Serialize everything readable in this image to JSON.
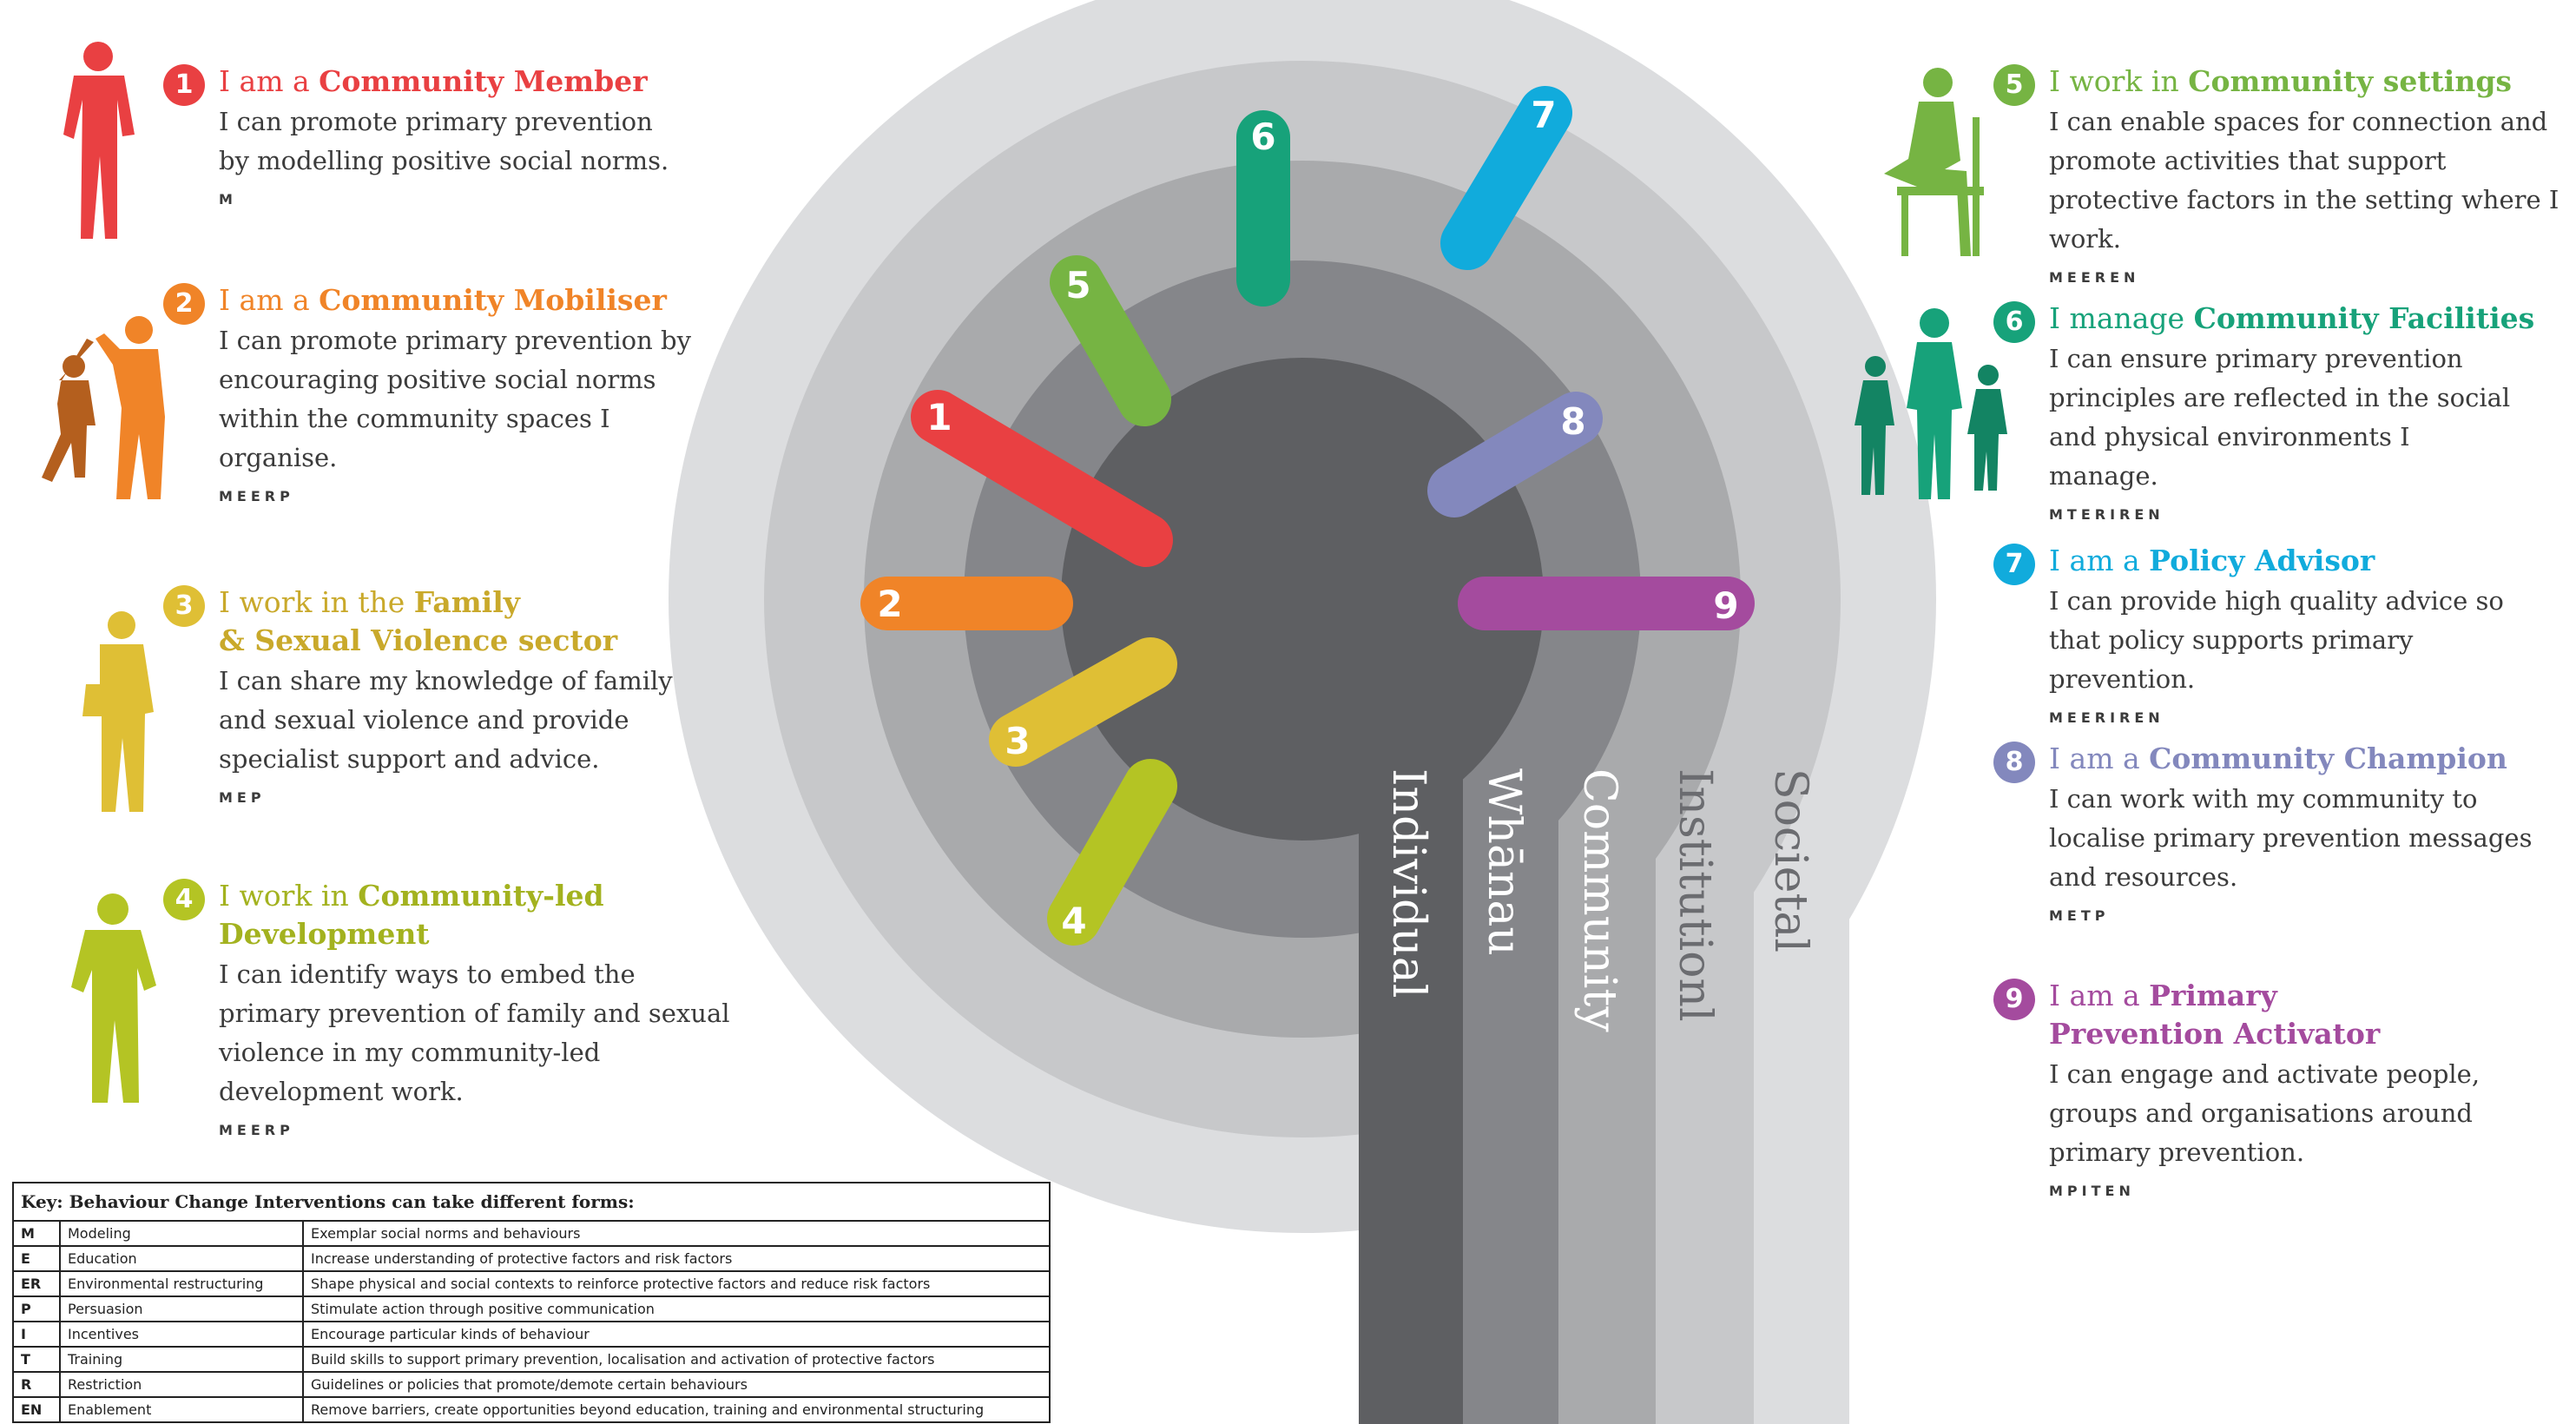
{
  "levels": [
    "Individual",
    "Whānau",
    "Community",
    "Institutionl",
    "Societal"
  ],
  "spokes": [
    {
      "n": "1",
      "color": "#e94042"
    },
    {
      "n": "2",
      "color": "#f08428"
    },
    {
      "n": "3",
      "color": "#dfbf35"
    },
    {
      "n": "4",
      "color": "#b4c424"
    },
    {
      "n": "5",
      "color": "#76b443"
    },
    {
      "n": "6",
      "color": "#17a27a"
    },
    {
      "n": "7",
      "color": "#11abdc"
    },
    {
      "n": "8",
      "color": "#8388bd"
    },
    {
      "n": "9",
      "color": "#a44b9e"
    }
  ],
  "roles": [
    {
      "n": "1",
      "color": "#e94042",
      "pre": "I am a ",
      "title": "Community Member",
      "title2": "",
      "desc": "I can promote primary prevention by modelling positive social norms.",
      "codes": "M"
    },
    {
      "n": "2",
      "color": "#f08428",
      "pre": "I am a ",
      "title": "Community Mobiliser",
      "title2": "",
      "desc": "I can promote primary prevention by encouraging positive social norms within the community spaces I organise.",
      "codes": "MEERP"
    },
    {
      "n": "3",
      "color": "#dfbf35",
      "pre": "I work in the ",
      "title": "Family",
      "title2": "& Sexual Violence sector",
      "desc": "I can share my knowledge of family and sexual violence and provide specialist support and advice.",
      "codes": "MEP"
    },
    {
      "n": "4",
      "color": "#b4c424",
      "pre": "I work in ",
      "title": "Community-led",
      "title2": "Development",
      "desc": "I can identify ways to embed the primary prevention of family and sexual violence in my community-led development work.",
      "codes": "MEERP"
    },
    {
      "n": "5",
      "color": "#76b443",
      "pre": "I work in ",
      "title": "Community settings",
      "title2": "",
      "desc": "I can enable spaces for connection and promote activities that support protective factors in the setting where I work.",
      "codes": "MEEREN"
    },
    {
      "n": "6",
      "color": "#17a27a",
      "pre": "I manage ",
      "title": "Community Facilities",
      "title2": "",
      "desc": "I can ensure primary prevention principles are reflected in the social and physical environments I manage.",
      "codes": "MTERIREN"
    },
    {
      "n": "7",
      "color": "#11abdc",
      "pre": "I am a ",
      "title": "Policy Advisor",
      "title2": "",
      "desc": "I can provide high quality advice so that policy supports primary prevention.",
      "codes": "MEERIREN"
    },
    {
      "n": "8",
      "color": "#8388bd",
      "pre": "I am a ",
      "title": "Community Champion",
      "title2": "",
      "desc": "I can work with my community to localise primary prevention messages and resources.",
      "codes": "METP"
    },
    {
      "n": "9",
      "color": "#a44b9e",
      "pre": "I am a ",
      "title": "Primary",
      "title2": "Prevention Activator",
      "desc": "I can engage and activate people, groups and organisations around primary prevention.",
      "codes": "MPITEN"
    }
  ],
  "key": {
    "title": "Key: Behaviour Change Interventions can take different forms:",
    "rows": [
      {
        "code": "M",
        "form": "Modeling",
        "desc": "Exemplar social norms and behaviours"
      },
      {
        "code": "E",
        "form": "Education",
        "desc": "Increase understanding of protective factors and risk factors"
      },
      {
        "code": "ER",
        "form": "Environmental restructuring",
        "desc": "Shape physical and social contexts to reinforce protective factors and reduce risk factors"
      },
      {
        "code": "P",
        "form": "Persuasion",
        "desc": "Stimulate action through positive communication"
      },
      {
        "code": "I",
        "form": "Incentives",
        "desc": "Encourage particular kinds of behaviour"
      },
      {
        "code": "T",
        "form": "Training",
        "desc": "Build skills to support primary prevention, localisation and activation of protective factors"
      },
      {
        "code": "R",
        "form": "Restriction",
        "desc": "Guidelines or policies that promote/demote certain behaviours"
      },
      {
        "code": "EN",
        "form": "Enablement",
        "desc": "Remove barriers, create opportunities beyond education, training and environmental structuring"
      }
    ]
  }
}
